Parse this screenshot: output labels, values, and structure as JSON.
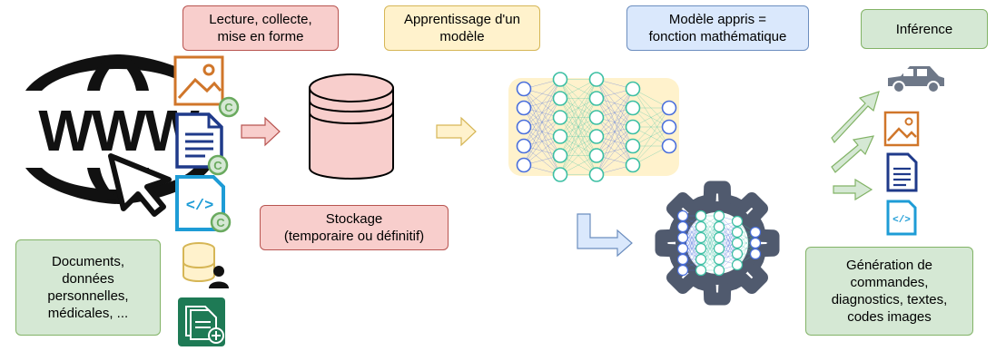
{
  "labels": {
    "lecture": "Lecture, collecte,\nmise en forme",
    "apprentissage": "Apprentissage d'un\nmodèle",
    "modele": "Modèle appris =\nfonction mathématique",
    "inference": "Inférence",
    "stockage": "Stockage\n(temporaire ou définitif)",
    "documents": "Documents,\ndonnées\npersonnelles,\nmédicales, ...",
    "generation": "Génération de\ncommandes,\ndiagnostics, textes,\ncodes images"
  },
  "icons": {
    "web": "www-globe-icon",
    "cursor": "mouse-cursor-icon",
    "image": "image-file-icon",
    "document": "document-icon",
    "code": "code-file-icon",
    "database_user": "database-user-icon",
    "medical": "medical-document-icon",
    "storage": "database-icon",
    "network": "neural-network-icon",
    "gear": "gear-icon",
    "car": "car-icon"
  },
  "colors": {
    "red_fill": "#f8cecc",
    "red_stroke": "#b85450",
    "yellow_fill": "#fff2cc",
    "yellow_stroke": "#d6b656",
    "blue_fill": "#dae8fc",
    "blue_stroke": "#6c8ebf",
    "green_fill": "#d5e8d4",
    "green_stroke": "#82b366",
    "net_blue": "#4a6fdc",
    "net_teal": "#3bbfa3",
    "gear_gray": "#505a6e",
    "code_cyan": "#1e9cd6",
    "image_orange": "#d0762a",
    "doc_navy": "#1f3a8a",
    "medical_green": "#1e7a55"
  }
}
